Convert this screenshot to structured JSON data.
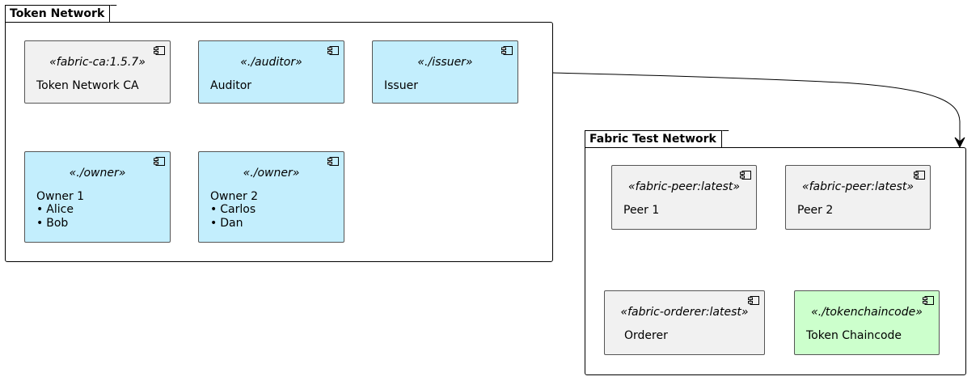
{
  "colors": {
    "default_component": "#f1f1f1",
    "app_component": "#c3eefd",
    "chaincode_component": "#ccffcc",
    "border": "#555555",
    "line": "#000000"
  },
  "token_network": {
    "title": "Token Network",
    "components": [
      {
        "stereotype": "«fabric-ca:1.5.7»",
        "name": "Token Network CA",
        "items": []
      },
      {
        "stereotype": "«./auditor»",
        "name": "Auditor",
        "items": []
      },
      {
        "stereotype": "«./issuer»",
        "name": "Issuer",
        "items": []
      },
      {
        "stereotype": "«./owner»",
        "name": "Owner 1",
        "items": [
          "Alice",
          "Bob"
        ]
      },
      {
        "stereotype": "«./owner»",
        "name": "Owner 2",
        "items": [
          "Carlos",
          "Dan"
        ]
      }
    ]
  },
  "fabric_network": {
    "title": "Fabric Test Network",
    "components": [
      {
        "stereotype": "«fabric-peer:latest»",
        "name": "Peer 1"
      },
      {
        "stereotype": "«fabric-peer:latest»",
        "name": "Peer 2"
      },
      {
        "stereotype": "«fabric-orderer:latest»",
        "name": "Orderer"
      },
      {
        "stereotype": "«./tokenchaincode»",
        "name": "Token Chaincode"
      }
    ]
  },
  "edges": [
    {
      "from": "Token Network",
      "to": "Fabric Test Network",
      "arrow": "open-head"
    }
  ]
}
